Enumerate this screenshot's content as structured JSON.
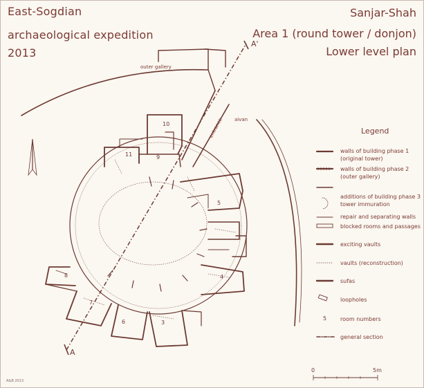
{
  "header": {
    "left_lines": [
      "East-Sogdian",
      "archaeological expedition",
      "2013"
    ],
    "right_lines": [
      "Sanjar-Shah",
      "Area 1 (round tower / donjon)",
      "Lower level plan"
    ]
  },
  "labels": {
    "outer_gallery": "outer gallery",
    "aivan": "aivan",
    "entrance": "entrance"
  },
  "section": {
    "start": "A",
    "end": "A'"
  },
  "rooms": [
    "10",
    "11",
    "9",
    "5",
    "4",
    "3",
    "6",
    "7",
    "8"
  ],
  "legend": {
    "title": "Legend",
    "items": [
      {
        "text": [
          "walls of building phase 1",
          "(original tower)"
        ],
        "icon": "wall-phase1-icon"
      },
      {
        "text": [
          "walls of building phase 2",
          "(outer gallery)"
        ],
        "icon": "wall-phase2-icon"
      },
      {
        "text": [
          "additions of building phase 3",
          "tower immuration"
        ],
        "icon": "phase3-additions-icon"
      },
      {
        "text": [
          "repair and separating walls"
        ],
        "icon": "repair-walls-icon"
      },
      {
        "text": [
          "blocked rooms and passages"
        ],
        "icon": "blocked-rooms-icon"
      },
      {
        "text": [
          "exciting vaults"
        ],
        "icon": "existing-vaults-icon"
      },
      {
        "text": [
          "vaults (reconstruction)"
        ],
        "icon": "vaults-reconstruction-icon"
      },
      {
        "text": [
          "sufas"
        ],
        "icon": "sufas-icon"
      },
      {
        "text": [
          "loopholes"
        ],
        "icon": "loopholes-icon"
      },
      {
        "text": [
          "room numbers"
        ],
        "icon": "room-number-icon",
        "sample": "5"
      },
      {
        "text": [
          "general section"
        ],
        "icon": "general-section-icon"
      }
    ]
  },
  "scale": {
    "start": "0",
    "end": "5m"
  },
  "credit": "A&B 2013",
  "colors": {
    "ink": "#6b3a32",
    "background": "#fbf7f1",
    "title": "#7a3b33"
  }
}
